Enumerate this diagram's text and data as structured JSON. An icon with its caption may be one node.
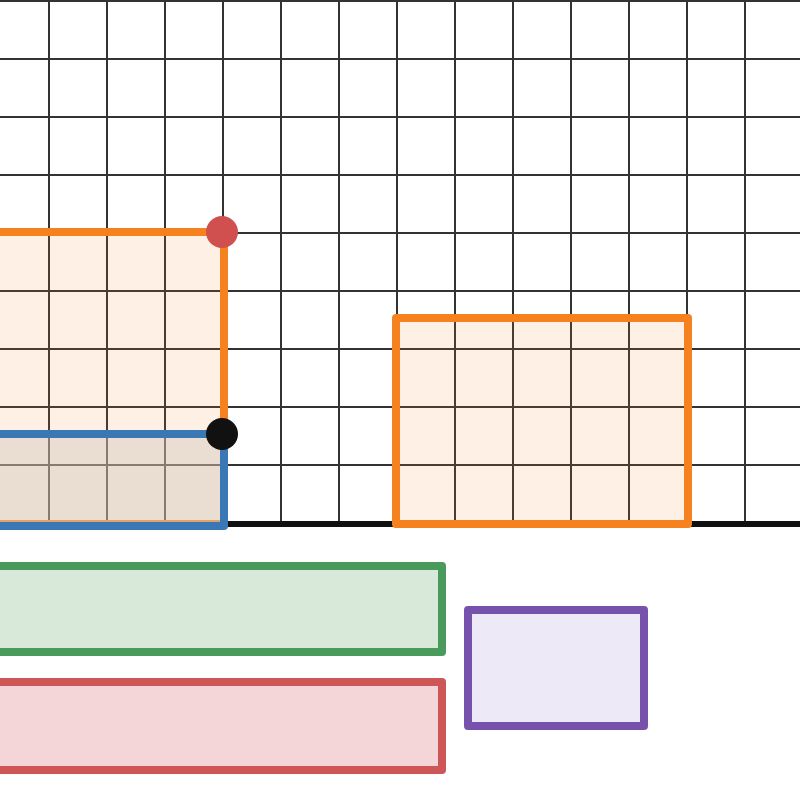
{
  "diagram": {
    "nodes": [
      {
        "text": [],
        "shape": "box"
      },
      {
        "text": [],
        "shape": "box",
        "in": 0
      },
      {
        "text": [],
        "shape": "box"
      },
      {
        "text": [],
        "shape": "box"
      },
      {
        "text": [],
        "shape": "box"
      },
      {
        "text": [],
        "shape": "box"
      }
    ]
  }
}
